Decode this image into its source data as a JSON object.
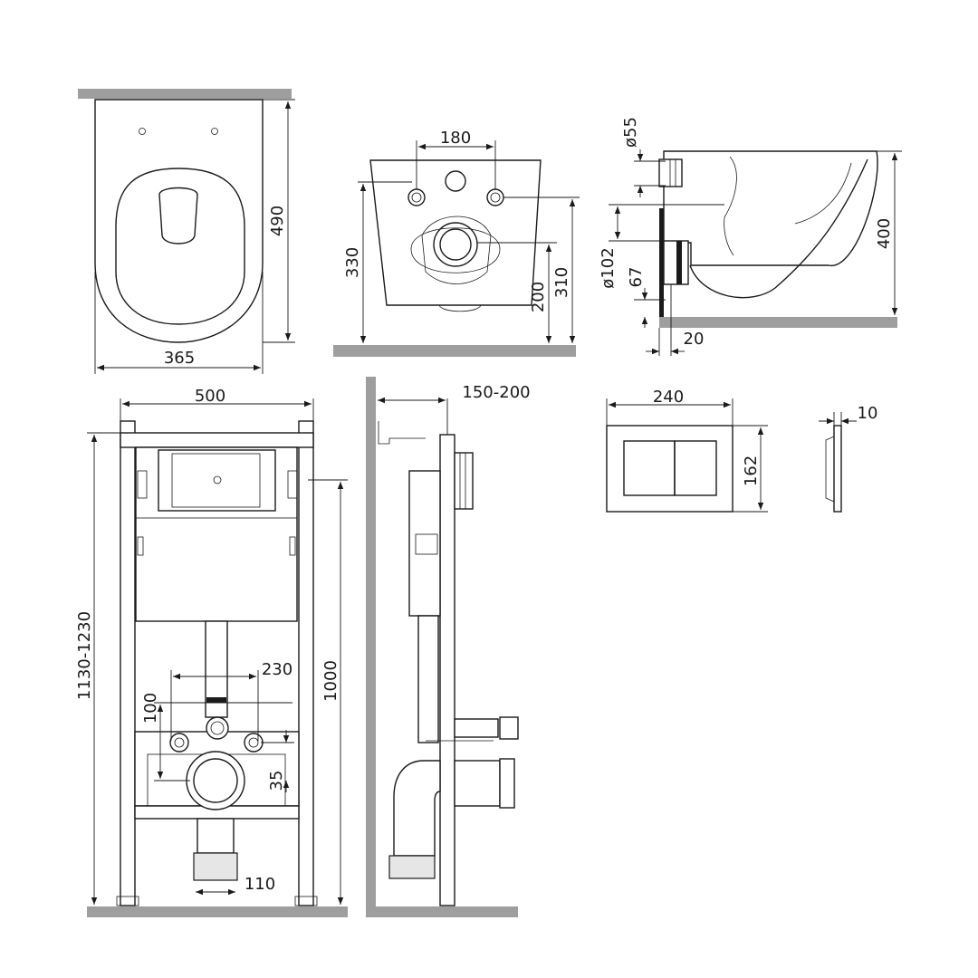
{
  "dimensions": {
    "seat_width": "365",
    "seat_length": "490",
    "hole_spacing": "180",
    "rear_height": "330",
    "outlet_height": "200",
    "bolt_height": "310",
    "inlet_diameter": "ø55",
    "outlet_diameter": "ø102",
    "offset_67": "67",
    "gap_20": "20",
    "bowl_height": "400",
    "frame_width": "500",
    "frame_height": "1130-1230",
    "frame_1000": "1000",
    "bolt_spacing": "230",
    "dim_100": "100",
    "dim_35": "35",
    "drain_110": "110",
    "wall_depth": "150-200",
    "plate_width": "240",
    "plate_height": "162",
    "plate_depth": "10"
  }
}
